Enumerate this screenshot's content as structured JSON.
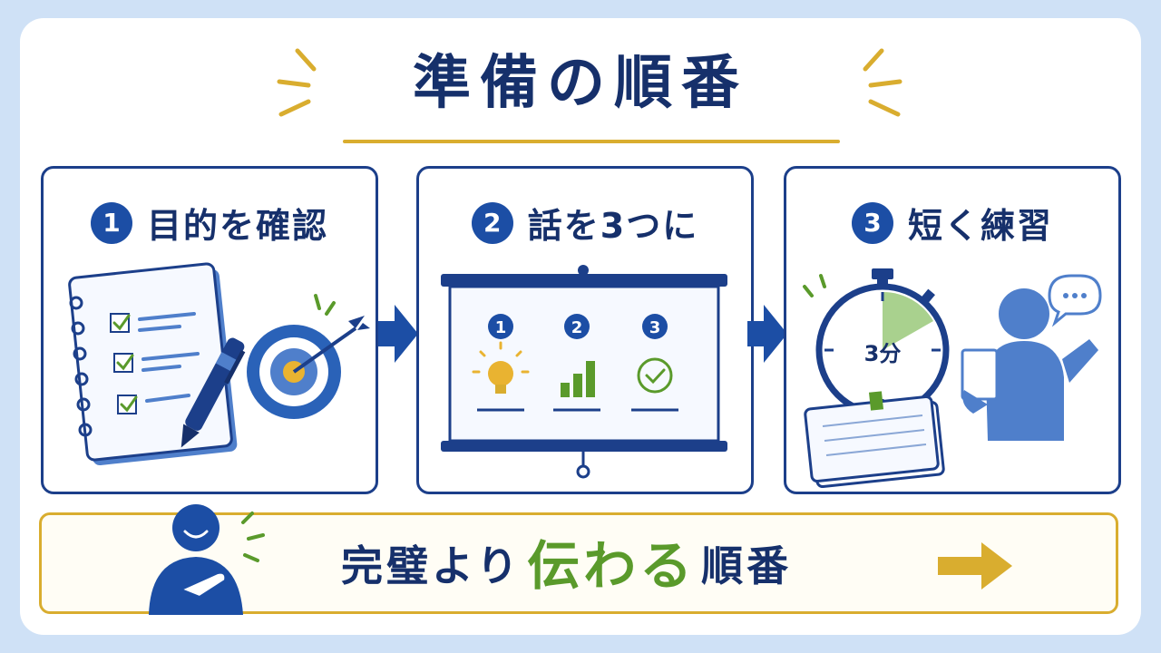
{
  "title": "準備の順番",
  "steps": [
    {
      "number": "1",
      "label": "目的を確認"
    },
    {
      "number": "2",
      "label": "話を3つに"
    },
    {
      "number": "3",
      "label": "短く練習"
    }
  ],
  "slide_points": [
    "1",
    "2",
    "3"
  ],
  "timer_label": "3分",
  "slogan": {
    "part1": "完璧より",
    "highlight": "伝わる",
    "part2": "順番"
  },
  "colors": {
    "navy": "#16306b",
    "blue": "#1c4ea5",
    "gold": "#d9ad2f",
    "green": "#5a9a2b",
    "background": "#cfe1f6"
  }
}
